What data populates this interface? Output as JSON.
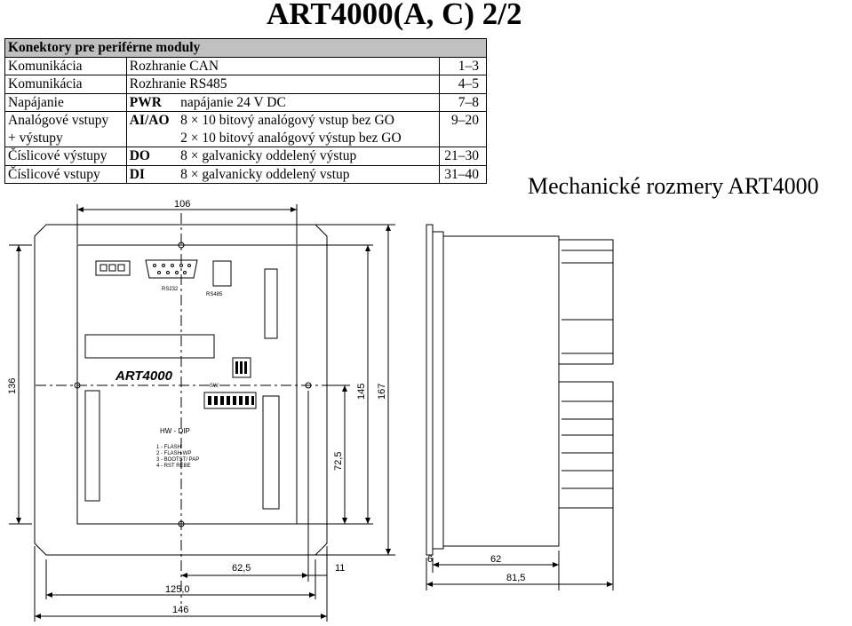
{
  "title": "ART4000(A, C) 2/2",
  "table": {
    "header": "Konektory pre periférne moduly",
    "rows": [
      {
        "name": "Komunikácia",
        "code": "",
        "desc": "Rozhranie CAN",
        "pins": "1–3"
      },
      {
        "name": "Komunikácia",
        "code": "",
        "desc": "Rozhranie RS485",
        "pins": "4–5"
      },
      {
        "name": "Napájanie",
        "code": "PWR",
        "desc": "napájanie 24 V DC",
        "pins": "7–8"
      },
      {
        "name": "Analógové vstupy",
        "code": "AI/AO",
        "desc": "8 × 10 bitový analógový vstup bez GO",
        "pins": "9–20"
      },
      {
        "name": "+ výstupy",
        "code": "",
        "desc": "2 × 10 bitový analógový výstup bez GO",
        "pins": ""
      },
      {
        "name": "Číslicové výstupy",
        "code": "DO",
        "desc": "8 × galvanicky oddelený výstup",
        "pins": "21–30"
      },
      {
        "name": "Číslicové vstupy",
        "code": "DI",
        "desc": "8 × galvanicky oddelený vstup",
        "pins": "31–40"
      }
    ]
  },
  "mech_title": "Mechanické rozmery ART4000",
  "drawing": {
    "brand": "ART4000",
    "dims": {
      "d106": "106",
      "d136": "136",
      "d145": "145",
      "d167": "167",
      "d72_5": "72,5",
      "d62_5": "62,5",
      "d11": "11",
      "d125": "125,0",
      "d146": "146",
      "d6": "6",
      "d62": "62",
      "d81_5": "81,5"
    },
    "labels": {
      "rs232": "RS232",
      "rs485": "RS485",
      "sw": "SW",
      "hwdip": "HW - DIP",
      "dip_list": [
        "1 - FLASH",
        "2 - FLASH WP",
        "3 - BOOTST/ PAP",
        "4 - RST REBE"
      ]
    },
    "colors": {
      "line": "#000000",
      "header_bg": "#c0c0c0"
    }
  }
}
